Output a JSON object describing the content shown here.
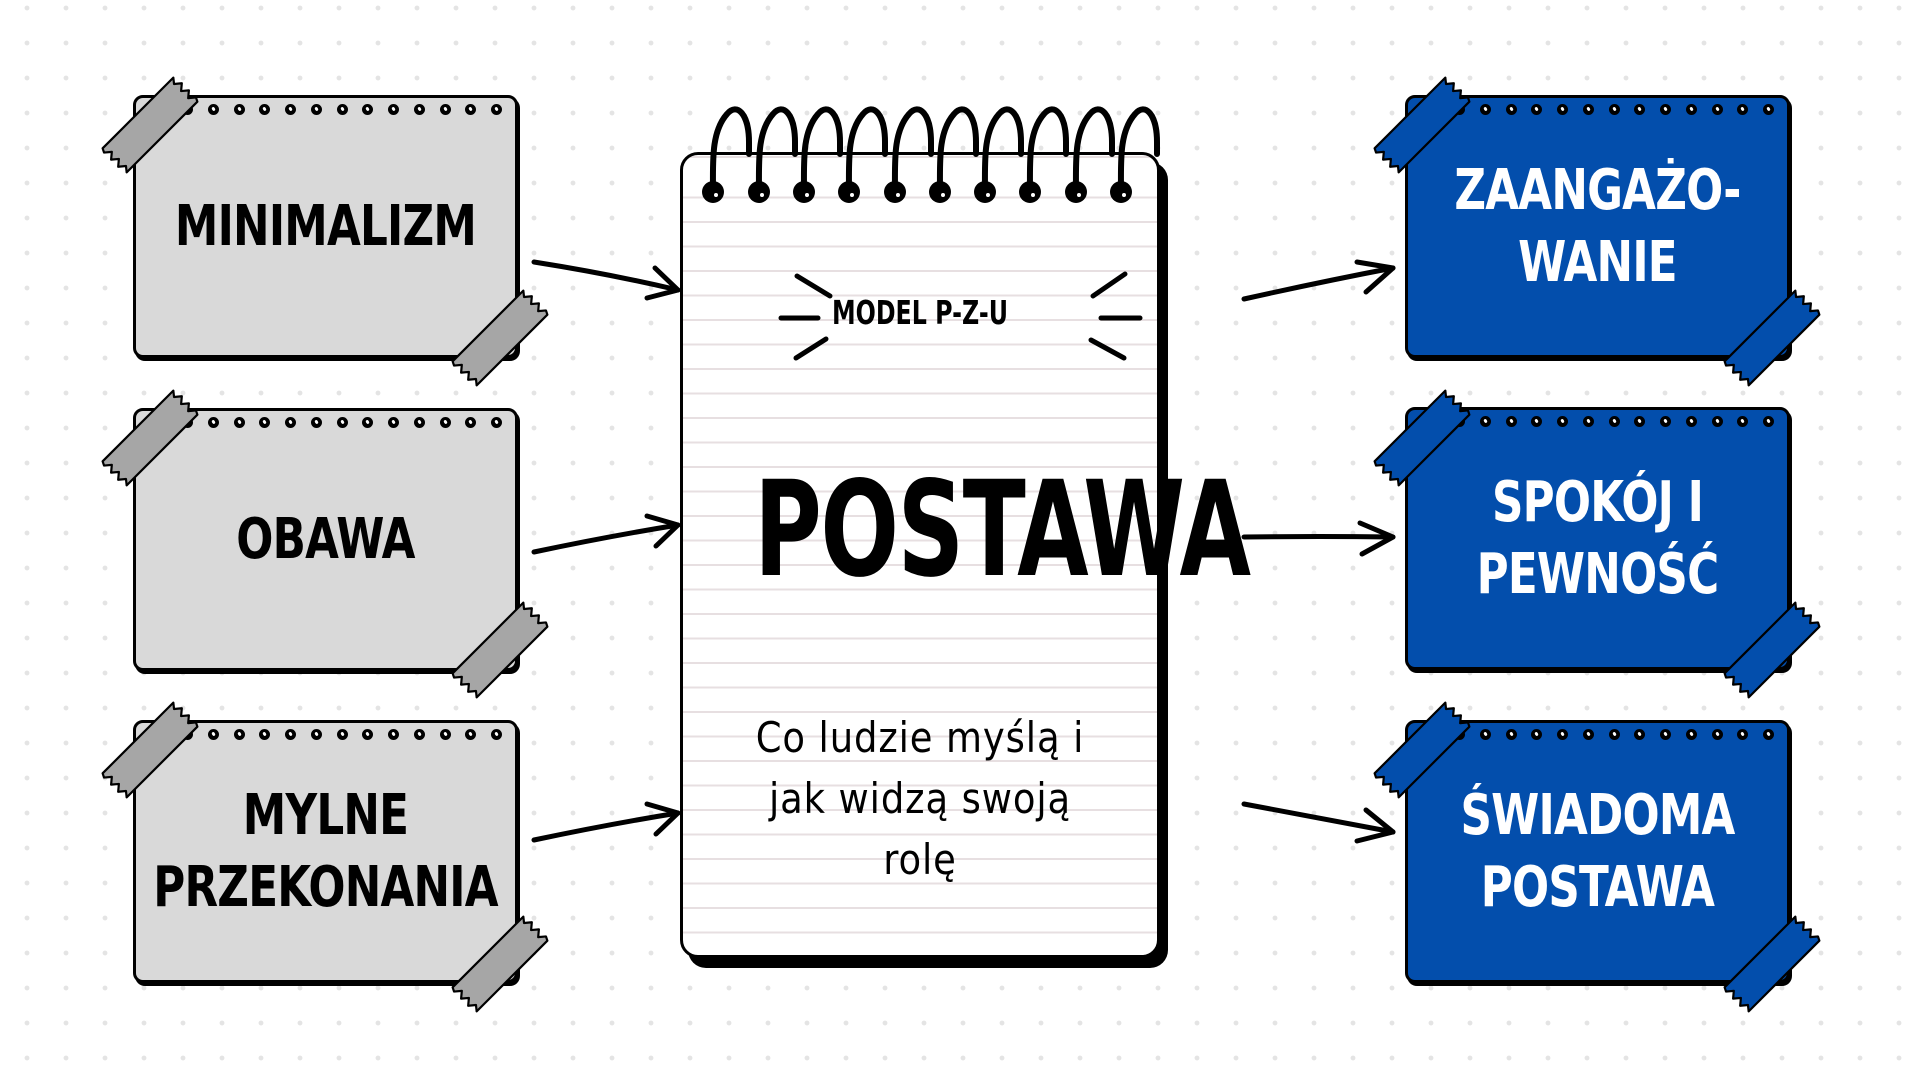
{
  "diagram": {
    "center": {
      "label": "MODEL P-Z-U",
      "title": "POSTAWA",
      "description": "Co ludzie myślą i\njak widzą swoją\nrolę"
    },
    "inputs": [
      {
        "label": "MINIMALIZM"
      },
      {
        "label": "OBAWA"
      },
      {
        "label": "MYLNE\nPRZEKONANIA"
      }
    ],
    "outputs": [
      {
        "label": "ZAANGAŻO-\nWANIE"
      },
      {
        "label": "SPOKÓJ I\nPEWNOŚĆ"
      },
      {
        "label": "ŚWIADOMA\nPOSTAWA"
      }
    ],
    "colors": {
      "input_card": "#d9d9d9",
      "input_tape": "#a6a6a6",
      "output_card": "#034eac",
      "output_tape": "#034eac",
      "ink": "#000000",
      "background_dots": "#e4e4e4",
      "notebook_lines": "#e7dfe1"
    },
    "arrows": [
      {
        "from": "inputs.0",
        "to": "center"
      },
      {
        "from": "inputs.1",
        "to": "center"
      },
      {
        "from": "inputs.2",
        "to": "center"
      },
      {
        "from": "center",
        "to": "outputs.0"
      },
      {
        "from": "center",
        "to": "outputs.1"
      },
      {
        "from": "center",
        "to": "outputs.2"
      }
    ]
  }
}
